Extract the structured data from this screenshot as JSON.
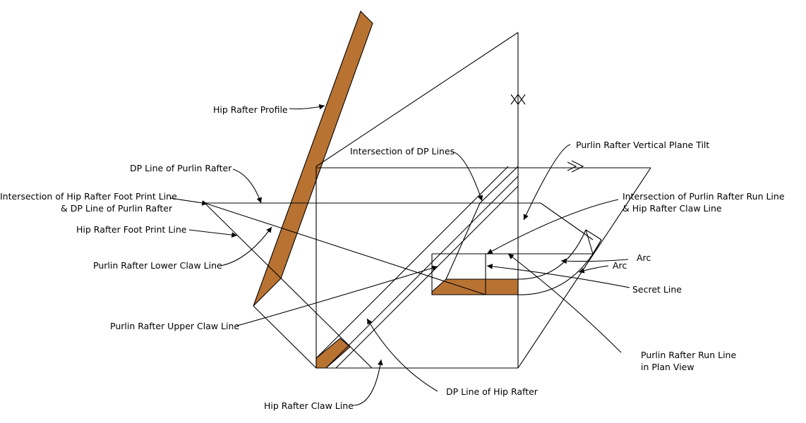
{
  "colors": {
    "line": "#000000",
    "timber": "#B87333",
    "background": "#FFFFFF"
  },
  "labels": {
    "hip_rafter_profile": "Hip Rafter Profile",
    "intersection_dp_lines": "Intersection of DP Lines",
    "purlin_vertical_plane_tilt": "Purlin Rafter Vertical Plane Tilt",
    "dp_line_purlin": "DP Line of Purlin Rafter",
    "intersection_hip_foot_print_line_1": "Intersection of Hip Rafter Foot Print Line",
    "intersection_hip_foot_print_line_2": "& DP Line of Purlin Rafter",
    "intersection_purlin_run_line_1": "Intersection of Purlin Rafter Run Line",
    "intersection_purlin_run_line_2": "& Hip Rafter Claw Line",
    "hip_foot_print_line": "Hip Rafter Foot Print Line",
    "arc_upper": "Arc",
    "arc_lower": "Arc",
    "purlin_lower_claw_line": "Purlin Rafter Lower Claw Line",
    "secret_line": "Secret Line",
    "purlin_upper_claw_line": "Purlin Rafter Upper Claw Line",
    "purlin_run_line_plan_1": "Purlin Rafter Run Line",
    "purlin_run_line_plan_2": "in Plan View",
    "dp_line_hip": "DP Line of Hip Rafter",
    "hip_claw_line": "Hip Rafter Claw Line"
  }
}
